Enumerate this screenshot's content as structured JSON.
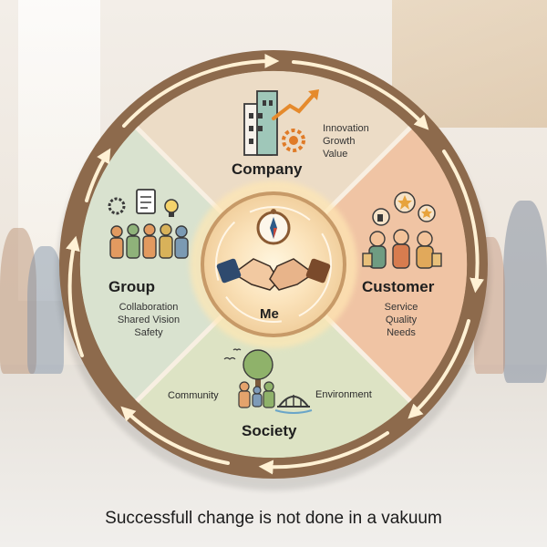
{
  "diagram": {
    "center": {
      "title": "Me"
    },
    "sectors": [
      {
        "id": "company",
        "title": "Company",
        "items": [
          "Innovation",
          "Growth",
          "Value"
        ],
        "color": "#ecdcc6"
      },
      {
        "id": "customer",
        "title": "Customer",
        "items": [
          "Service",
          "Quality",
          "Needs"
        ],
        "color": "#f0c4a4"
      },
      {
        "id": "society",
        "title": "Society",
        "items": [
          "Community",
          "Environment"
        ],
        "color": "#dde3c4"
      },
      {
        "id": "group",
        "title": "Group",
        "items": [
          "Collaboration",
          "Shared Vision",
          "Safety"
        ],
        "color": "#d9e2cf"
      }
    ],
    "ring_color": "#8d6a4c",
    "glow_color": "#ffd595"
  },
  "caption": "Successfull change is not done in a vakuum"
}
